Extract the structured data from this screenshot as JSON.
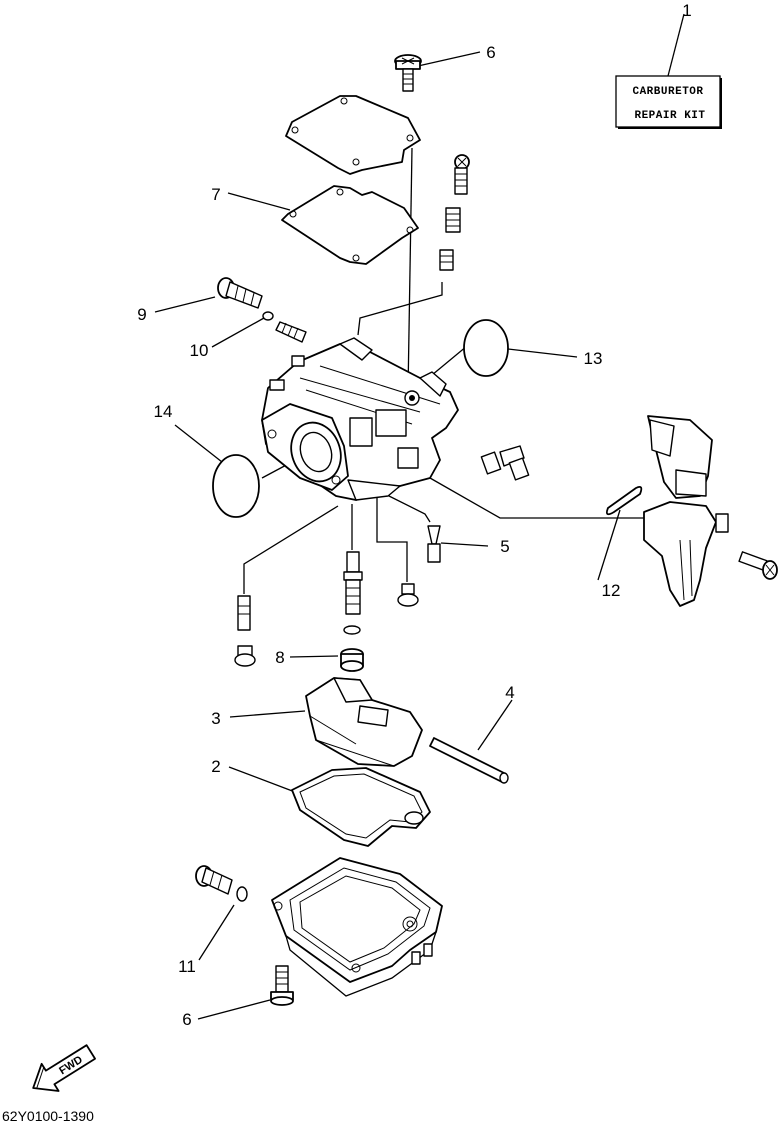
{
  "repair_kit_box": {
    "line1": "CARBURETOR",
    "line2": "REPAIR KIT"
  },
  "callouts": {
    "c1": "1",
    "c2": "2",
    "c3": "3",
    "c4": "4",
    "c5": "5",
    "c6_top": "6",
    "c6_bottom": "6",
    "c7": "7",
    "c8": "8",
    "c9": "9",
    "c10": "10",
    "c11": "11",
    "c12": "12",
    "c13": "13",
    "c14": "14"
  },
  "fwd_arrow": {
    "label": "FWD"
  },
  "diagram_number": "62Y0100-1390"
}
